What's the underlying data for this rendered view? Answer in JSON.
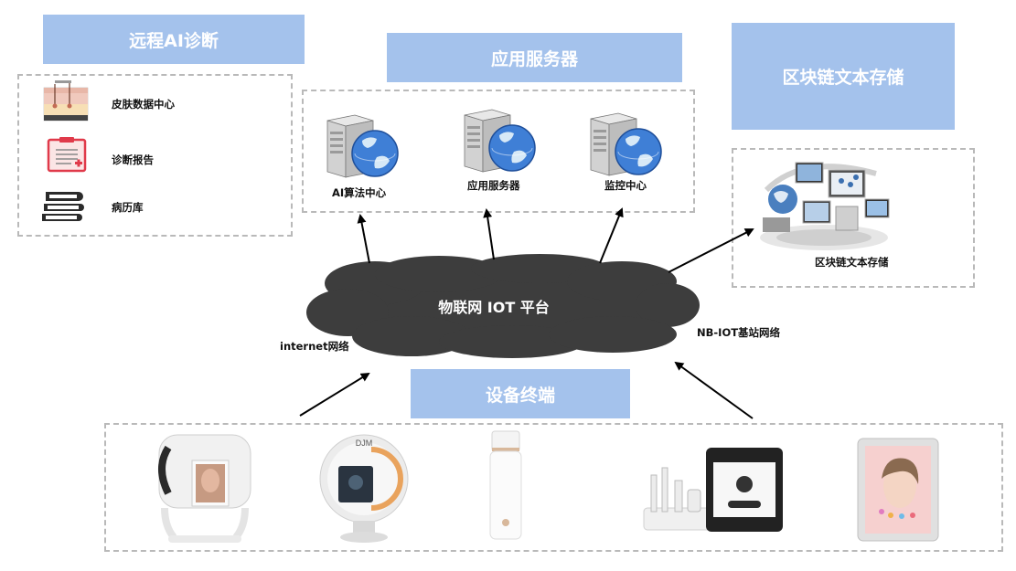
{
  "headers": {
    "ai_diagnosis": "远程AI诊断",
    "app_server": "应用服务器",
    "blockchain": "区块链文本存储",
    "devices": "设备终端"
  },
  "ai_panel": {
    "items": [
      {
        "label": "皮肤数据中心",
        "icon": "skin-cross-section-icon"
      },
      {
        "label": "诊断报告",
        "icon": "medical-report-icon"
      },
      {
        "label": "病历库",
        "icon": "books-icon"
      }
    ]
  },
  "servers": [
    {
      "label": "AI算法中心",
      "icon": "server-globe-icon"
    },
    {
      "label": "应用服务器",
      "icon": "server-globe-icon"
    },
    {
      "label": "监控中心",
      "icon": "server-globe-icon"
    }
  ],
  "blockchain_panel": {
    "label": "区块链文本存储",
    "icon": "devices-network-icon"
  },
  "cloud": {
    "label": "物联网 IOT 平台"
  },
  "networks": {
    "left": "internet网络",
    "right": "NB-IOT基站网络"
  },
  "colors": {
    "header_bg": "#a4c2ec",
    "cloud_fill": "#3d3d3d",
    "dash_border": "#b9b9b9"
  },
  "device_images": [
    "skin-analyzer-box",
    "skin-analyzer-ring",
    "white-cylinder-device",
    "beauty-instrument-station",
    "smart-mirror"
  ]
}
